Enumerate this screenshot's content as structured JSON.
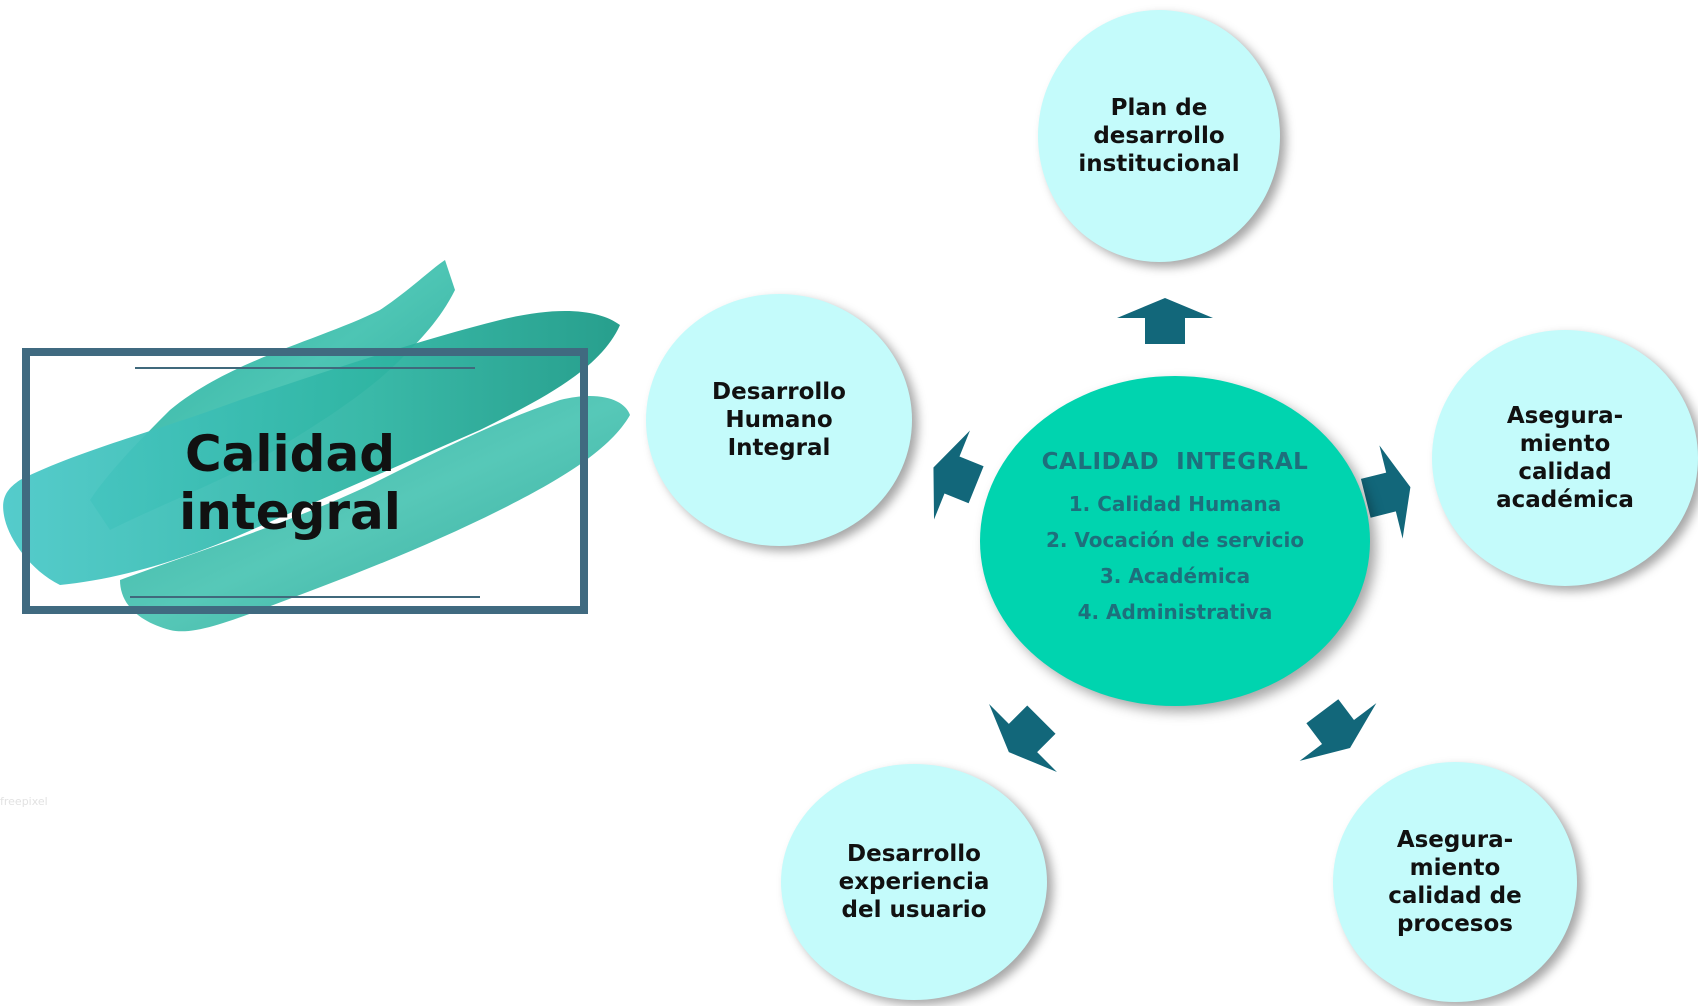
{
  "title": "Calidad\nintegral",
  "watermark": "freepixel",
  "center": {
    "title": "CALIDAD  INTEGRAL",
    "items": [
      "1. Calidad Humana",
      "2. Vocación de servicio",
      "3. Académica",
      "4. Administrativa"
    ]
  },
  "nodes": {
    "top": "Plan de\ndesarrollo\ninstitucional",
    "left": "Desarrollo\nHumano\nIntegral",
    "right": "Asegura-\nmiento\ncalidad\nacadémica",
    "bottom_left": "Desarrollo\nexperiencia\ndel usuario",
    "bottom_right": "Asegura-\nmiento\ncalidad de\nprocesos"
  },
  "colors": {
    "node_fill": "#c4fbfb",
    "center_fill": "#00d4af",
    "center_text": "#1e6f7c",
    "arrow": "#12677a",
    "frame": "#406a80",
    "brush": "#2fb3a0"
  }
}
